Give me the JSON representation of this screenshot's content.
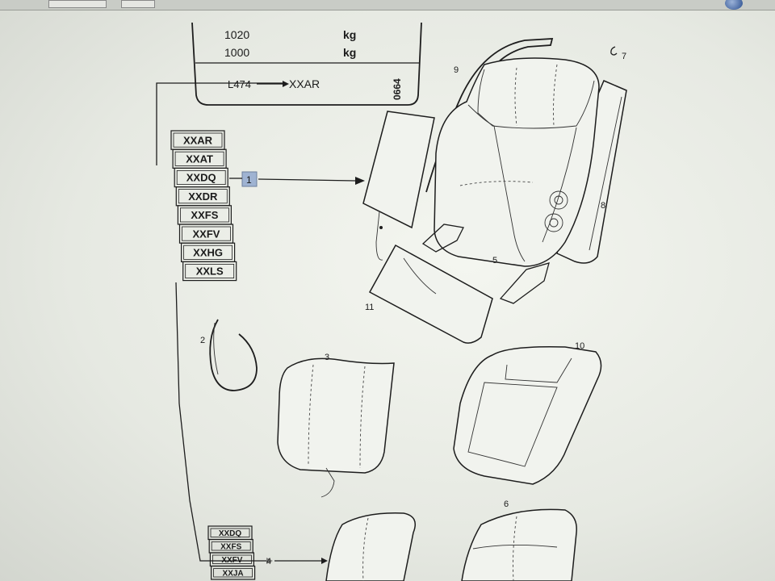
{
  "header_box": {
    "weight_rows": [
      {
        "value": "1020",
        "unit": "kg"
      },
      {
        "value": "1000",
        "unit": "kg"
      }
    ],
    "model_from": "L474",
    "model_to": "XXAR",
    "ref_code": "0664"
  },
  "option_codes_main": [
    "XXAR",
    "XXAT",
    "XXDQ",
    "XXDR",
    "XXFS",
    "XXFV",
    "XXHG",
    "XXLS"
  ],
  "option_codes_bottom": [
    "XXDQ",
    "XXFS",
    "XXFV",
    "XXJA"
  ],
  "callout_main": "1",
  "callout_bottom": "4",
  "part_numbers": {
    "seat_assembly": "5",
    "trim_strip": "7",
    "side_panel": "8",
    "frame_rod": "9",
    "cushion_pad": "10",
    "back_cover": "11",
    "wire_clip": "2",
    "headrest_pad": "3",
    "lower_cover": "6"
  },
  "colors": {
    "highlight": "#9fb3d2",
    "line": "#1d1d1d",
    "screen": "#ecefe9"
  }
}
